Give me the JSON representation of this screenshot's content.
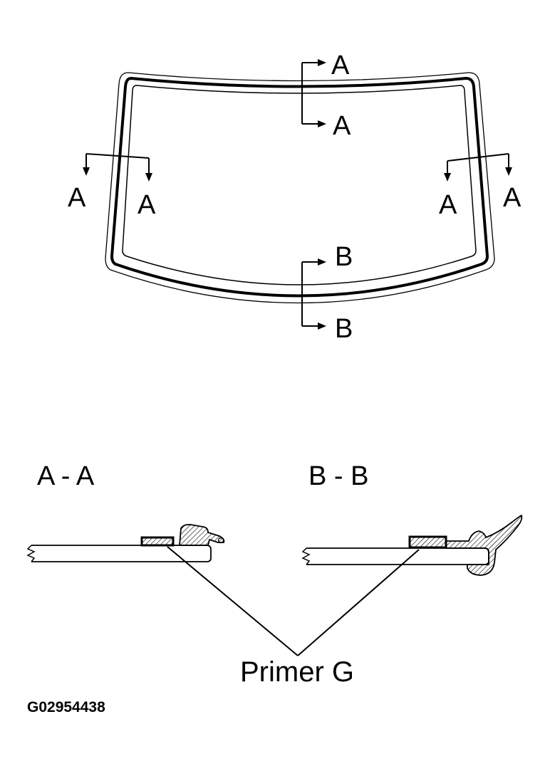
{
  "diagram": {
    "windshield": {
      "section_marks": {
        "top_upper": "A",
        "top_lower": "A",
        "left_outer": "A",
        "left_inner": "A",
        "right_inner": "A",
        "right_outer": "A",
        "bottom_upper": "B",
        "bottom_lower": "B"
      }
    },
    "section_views": {
      "aa_title": "A - A",
      "bb_title": "B - B"
    },
    "callout": "Primer G",
    "figure_code": "G02954438",
    "colors": {
      "ink": "#000000",
      "background": "#ffffff"
    }
  }
}
